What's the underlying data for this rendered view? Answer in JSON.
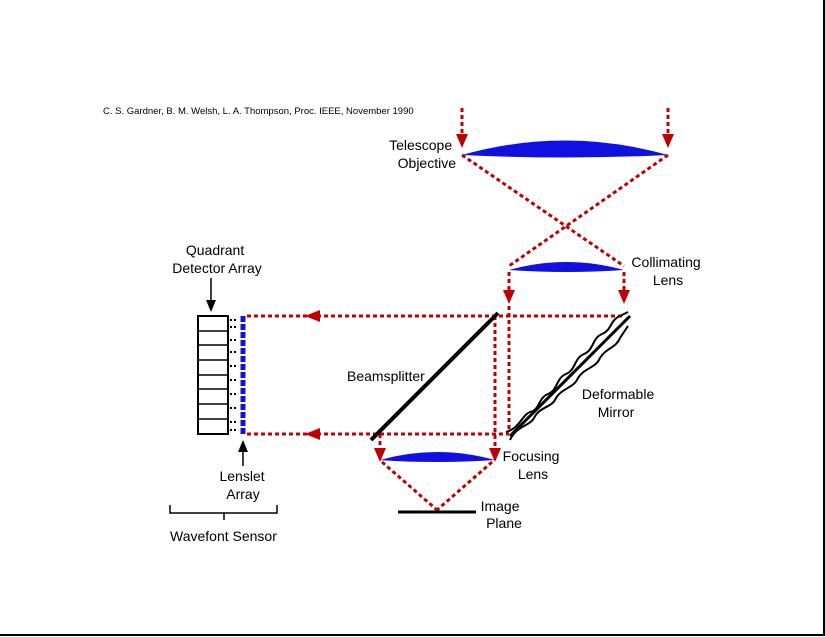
{
  "citation": "C. S. Gardner, B. M. Welsh, L. A. Thompson, Proc. IEEE, November 1990",
  "labels": {
    "telescope_objective": [
      "Telescope",
      "Objective"
    ],
    "collimating_lens": [
      "Collimating",
      "Lens"
    ],
    "quadrant_detector_array": [
      "Quadrant",
      "Detector Array"
    ],
    "beamsplitter": "Beamsplitter",
    "deformable_mirror": [
      "Deformable",
      "Mirror"
    ],
    "focusing_lens": [
      "Focusing",
      "Lens"
    ],
    "lenslet_array": [
      "Lenslet",
      "Array"
    ],
    "image_plane": [
      "Image",
      "Plane"
    ],
    "wavefront_sensor": "Wavefont Sensor"
  },
  "colors": {
    "light_ray": "#c00000",
    "lens": "#1010e0",
    "lenslet": "#1010e0",
    "components": "#000000",
    "background": "#ffffff"
  }
}
